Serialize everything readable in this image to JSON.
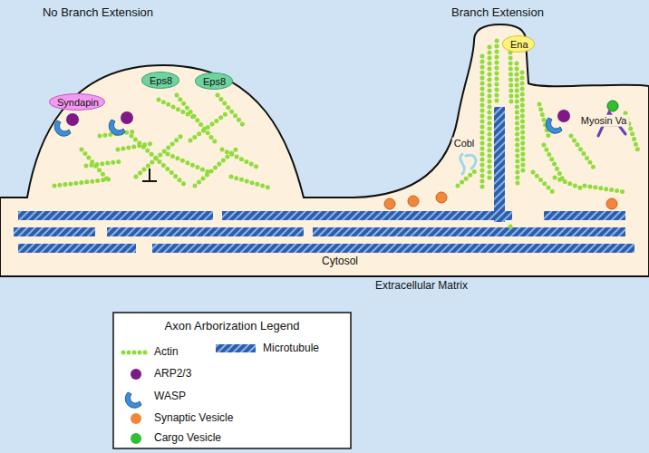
{
  "diagram": {
    "nodes": [
      {
        "text": [
          "Syndapin"
        ]
      },
      {
        "text": [
          "Eps8"
        ]
      },
      {
        "text": [
          "Eps8"
        ]
      },
      {
        "text": [
          "Ena"
        ]
      }
    ],
    "labels": [
      "No Branch Extension",
      "Branch Extension",
      "Cobl",
      "Myosin Va",
      "Cytosol",
      "Extracellular Matrix",
      "Axon Arborization Legend"
    ],
    "legend": [
      {
        "text": "Actin"
      },
      {
        "text": "ARP2/3",
        "color": "#7d1a86"
      },
      {
        "text": "WASP"
      },
      {
        "text": "Synaptic Vesicle",
        "color": "#f0873a"
      },
      {
        "text": "Cargo Vesicle",
        "color": "#2fbf2f"
      },
      {
        "text": "Microtubule"
      }
    ]
  }
}
